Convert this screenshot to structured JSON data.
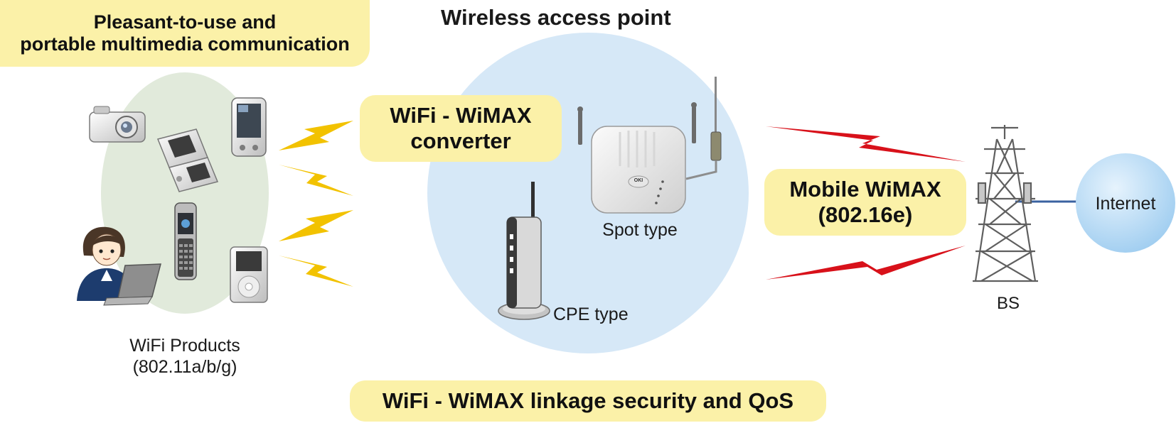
{
  "header_box": {
    "line1": "Pleasant-to-use and",
    "line2": "portable multimedia communication"
  },
  "access_point_title": "Wireless access point",
  "converter_box": {
    "line1": "WiFi - WiMAX",
    "line2": "converter"
  },
  "spot_label": "Spot type",
  "spot_brand": "OKI",
  "cpe_label": "CPE type",
  "wimax_box": {
    "line1": "Mobile WiMAX",
    "line2": "(802.16e)"
  },
  "bs_label": "BS",
  "internet_label": "Internet",
  "wifi_products": {
    "line1": "WiFi Products",
    "line2": "(802.11a/b/g)"
  },
  "bottom_box": "WiFi - WiMAX linkage security and QoS",
  "colors": {
    "highlight": "#fbf1a8",
    "wifi_zone": "#e1eadb",
    "ap_zone": "#d6e8f7",
    "internet": "#a9d3f2",
    "wifi_bolt": "#f2c200",
    "wimax_bolt": "#d8111a",
    "link": "#3a62a0"
  }
}
